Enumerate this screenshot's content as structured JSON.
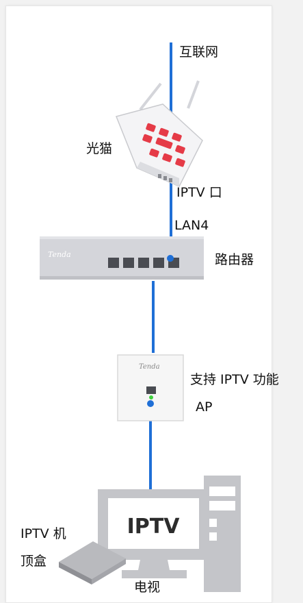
{
  "labels": {
    "internet": "互联网",
    "modem": "光猫",
    "iptv_port": "IPTV 口",
    "lan4": "LAN4",
    "router": "路由器",
    "ap_line1": "支持 IPTV 功能",
    "ap_line2": "AP",
    "stb_line1": "IPTV 机",
    "stb_line2": "顶盒",
    "tv": "电视"
  },
  "logos": {
    "router": "Tenda",
    "ap": "Tenda"
  },
  "screen_text": "IPTV",
  "colors": {
    "cable": "#1f6fd6",
    "port_dot": "#1f6fd6",
    "ap_led": "#3ed13e",
    "modem_lights": "#e53b47",
    "device_gray": "#d2d3d8",
    "monitor_gray": "#c4c5c9"
  }
}
